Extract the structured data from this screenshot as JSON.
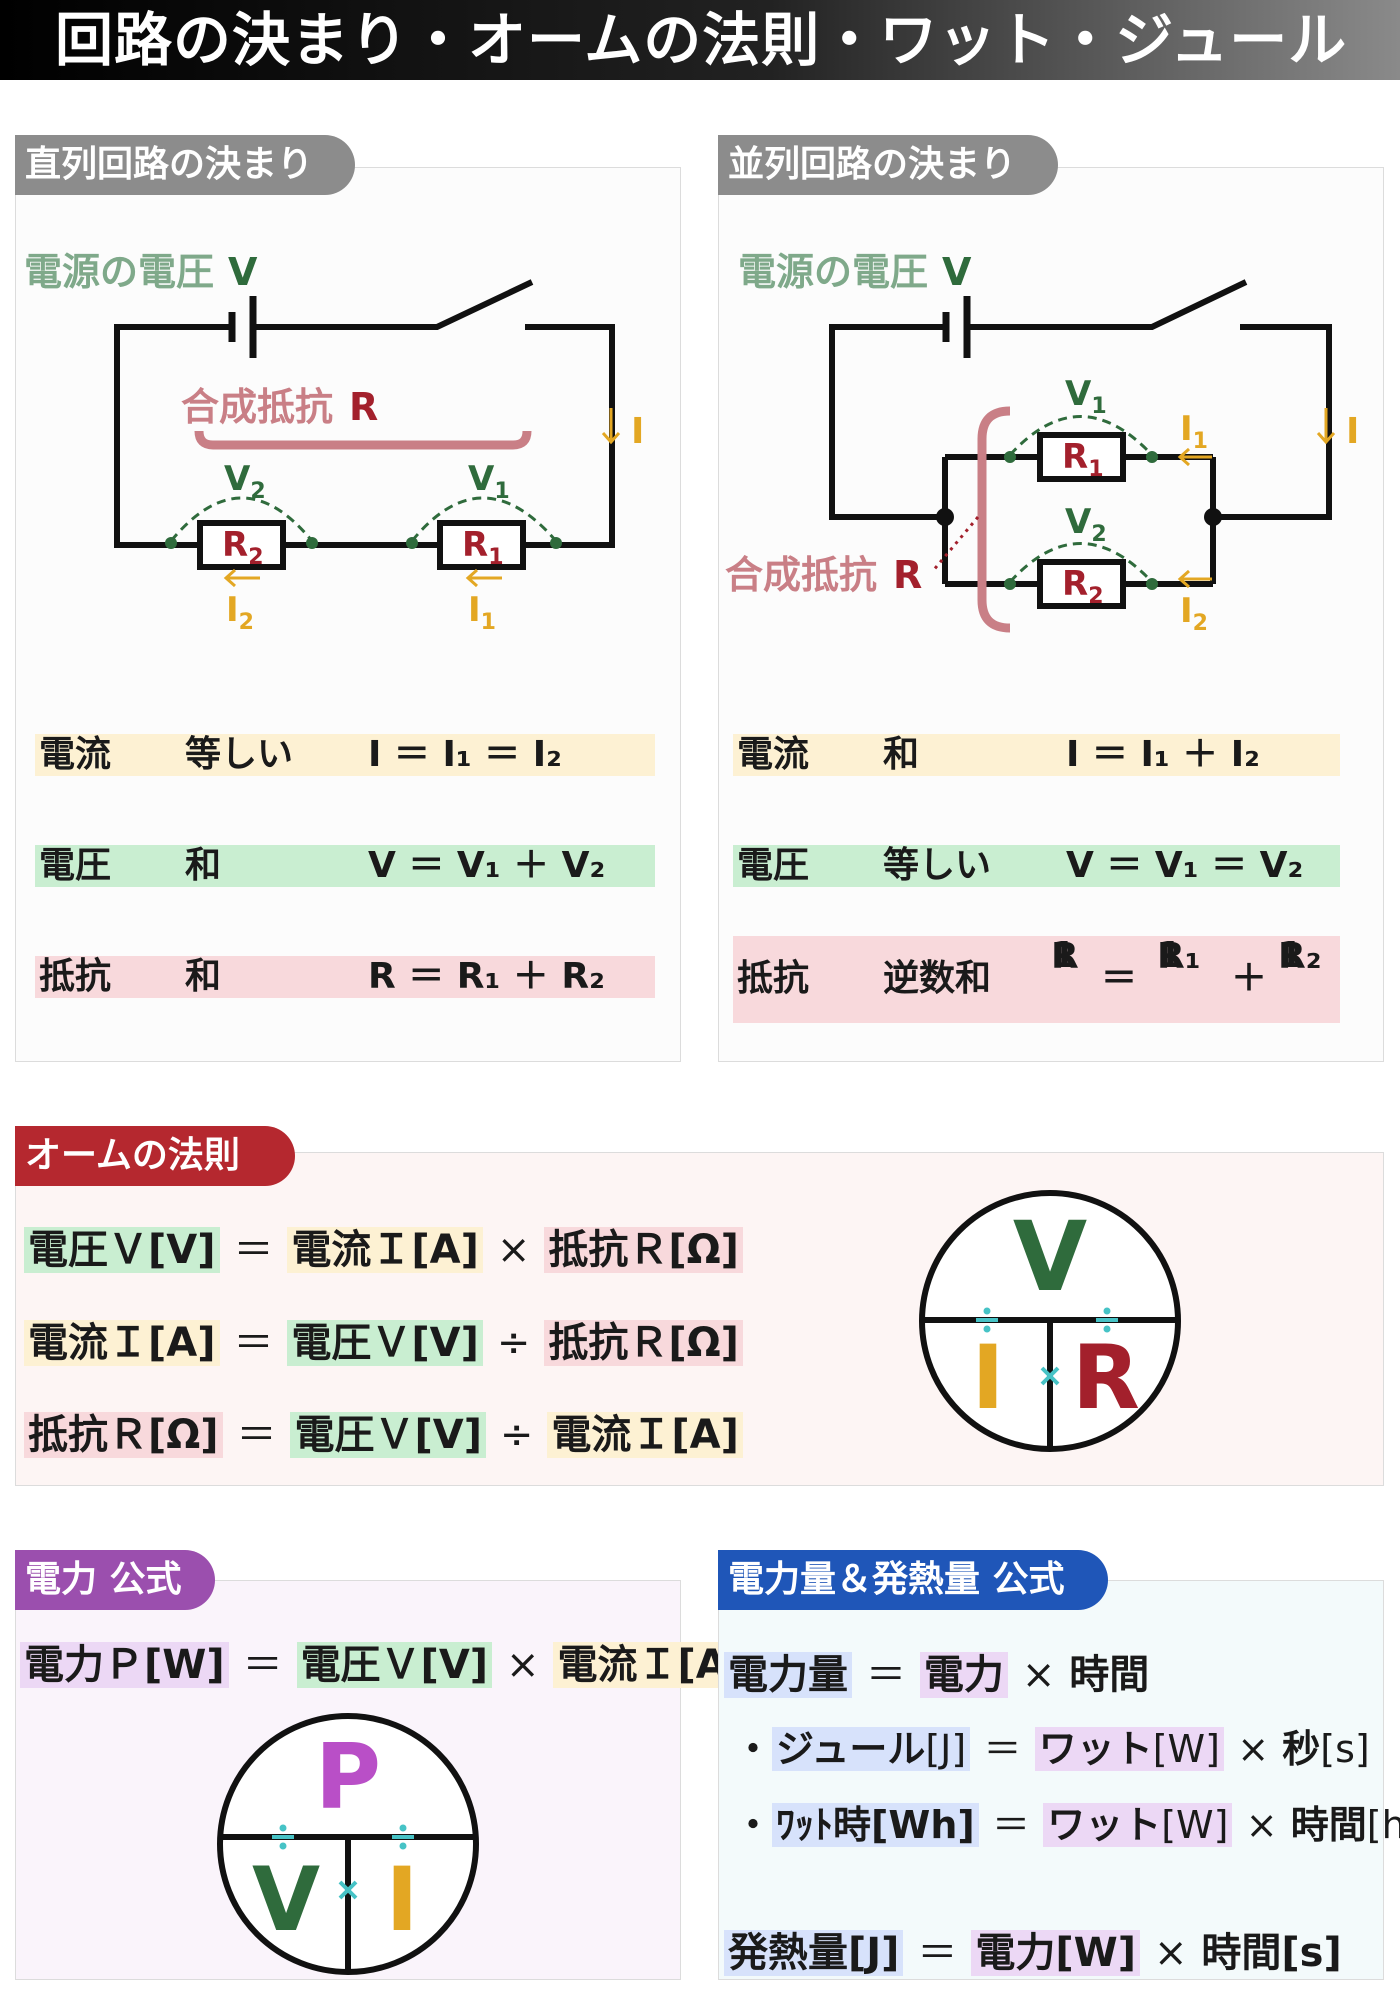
{
  "title": "回路の決まり・オームの法則・ワット・ジュール",
  "series": {
    "tab": "直列回路の決まり",
    "source_label": "電源の電圧",
    "source_var": "V",
    "combined_label": "合成抵抗",
    "combined_var": "R",
    "current_label": "I",
    "v2": "V",
    "v2_sub": "2",
    "v1": "V",
    "v1_sub": "1",
    "r2": "R",
    "r2_sub": "2",
    "r1": "R",
    "r1_sub": "1",
    "i2": "I",
    "i2_sub": "2",
    "i1": "I",
    "i1_sub": "1",
    "rows": [
      {
        "name": "電流",
        "rule": "等しい",
        "formula": "I ＝ I₁ ＝ I₂"
      },
      {
        "name": "電圧",
        "rule": "和",
        "formula": "V ＝ V₁ ＋ V₂"
      },
      {
        "name": "抵抗",
        "rule": "和",
        "formula": "R ＝ R₁ ＋ R₂"
      }
    ]
  },
  "parallel": {
    "tab": "並列回路の決まり",
    "source_label": "電源の電圧",
    "source_var": "V",
    "combined_label": "合成抵抗",
    "combined_var": "R",
    "current_label": "I",
    "v1": "V",
    "v1_sub": "1",
    "v2": "V",
    "v2_sub": "2",
    "r1": "R",
    "r1_sub": "1",
    "r2": "R",
    "r2_sub": "2",
    "i1": "I",
    "i1_sub": "1",
    "i2": "I",
    "i2_sub": "2",
    "rows": [
      {
        "name": "電流",
        "rule": "和",
        "formula": "I ＝ I₁ ＋ I₂"
      },
      {
        "name": "電圧",
        "rule": "等しい",
        "formula": "V ＝ V₁ ＝ V₂"
      },
      {
        "name": "抵抗",
        "rule": "逆数和"
      }
    ],
    "inverse": {
      "one": "1",
      "r": "R",
      "r1": "R₁",
      "r2": "R₂",
      "equals": "＝",
      "plus": "＋"
    }
  },
  "ohm": {
    "tab": "オームの法則",
    "eq1": {
      "a": "電圧Ｖ[V]",
      "eq": "＝",
      "b": "電流Ｉ[A]",
      "op": "×",
      "c": "抵抗Ｒ[Ω]"
    },
    "eq2": {
      "a": "電流Ｉ[A]",
      "eq": "＝",
      "b": "電圧Ｖ[V]",
      "op": "÷",
      "c": "抵抗Ｒ[Ω]"
    },
    "eq3": {
      "a": "抵抗Ｒ[Ω]",
      "eq": "＝",
      "b": "電圧Ｖ[V]",
      "op": "÷",
      "c": "電流Ｉ[A]"
    },
    "circle_top": "V",
    "circle_left": "I",
    "circle_right": "R"
  },
  "power": {
    "tab": "電力 公式",
    "eq": {
      "a": "電力Ｐ[W]",
      "eq": "＝",
      "b": "電圧Ｖ[V]",
      "op": "×",
      "c": "電流Ｉ[A]"
    },
    "circle_top": "P",
    "circle_left": "V",
    "circle_right": "I"
  },
  "energy": {
    "tab": "電力量＆発熱量 公式",
    "main": {
      "a": "電力量",
      "eq": "＝",
      "b": "電力",
      "op": "×",
      "c": "時間"
    },
    "joule": {
      "bullet": "・",
      "a": "ジュール",
      "a_unit": "[J]",
      "eq": "＝",
      "b": "ワット",
      "b_unit": "[W]",
      "op": "×",
      "c": "秒",
      "c_unit": "[s]"
    },
    "wh": {
      "bullet": "・",
      "a": "ﾜｯﾄ時",
      "a_unit": "[Wh]",
      "eq": "＝",
      "b": "ワット",
      "b_unit": "[W]",
      "op": "×",
      "c": "時間",
      "c_unit": "[h]"
    },
    "heat": {
      "a": "発熱量[J]",
      "eq": "＝",
      "b": "電力[W]",
      "op": "×",
      "c": "時間[s]"
    }
  },
  "colors": {
    "series_tab": "#8c8c8c",
    "ohm_tab": "#b5282f",
    "power_tab": "#9b4fae",
    "energy_tab": "#1f56b8",
    "voltage_green": "#2f6b3c",
    "label_green": "#7fa98a",
    "resistor_red": "#a3202c",
    "combined_pink": "#c97f86",
    "current_gold": "#e3a723",
    "op_teal": "#46c3c6",
    "power_purple": "#b94fc7"
  }
}
